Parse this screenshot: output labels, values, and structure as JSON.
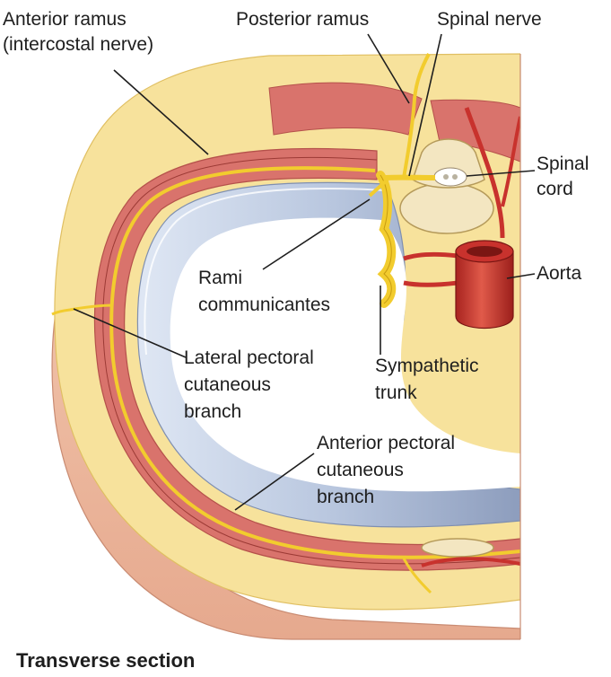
{
  "labels": {
    "anterior_ramus": "Anterior ramus",
    "intercostal_nerve": "(intercostal nerve)",
    "posterior_ramus": "Posterior ramus",
    "spinal_nerve": "Spinal nerve",
    "spinal_cord_1": "Spinal",
    "spinal_cord_2": "cord",
    "aorta": "Aorta",
    "rami_1": "Rami",
    "rami_2": "communicantes",
    "lateral_1": "Lateral pectoral",
    "lateral_2": "cutaneous",
    "lateral_3": "branch",
    "sympathetic_1": "Sympathetic",
    "sympathetic_2": "trunk",
    "anterior_pectoral_1": "Anterior pectoral",
    "anterior_pectoral_2": "cutaneous",
    "anterior_pectoral_3": "branch"
  },
  "caption": "Transverse section",
  "colors": {
    "fat": "#f7e29c",
    "skin_side": "#efbfa6",
    "muscle": "#d9736c",
    "pleura": "#c8d4e8",
    "nerve": "#f2cc2e",
    "bone": "#f3e6c1",
    "artery": "#c8322d"
  }
}
